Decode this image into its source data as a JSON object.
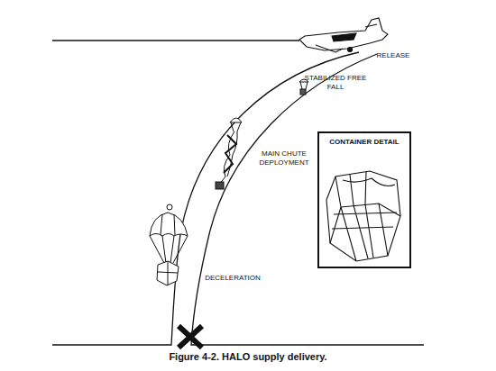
{
  "diagram": {
    "caption": "Figure 4-2. HALO supply delivery.",
    "nodes": [
      {
        "text": [
          "CONTAINER DETAIL"
        ]
      }
    ],
    "labels": [
      "RELEASE",
      "STABILIZED FREE FALL",
      "MAIN CHUTE DEPLOYMENT",
      "DECELERATION"
    ]
  }
}
